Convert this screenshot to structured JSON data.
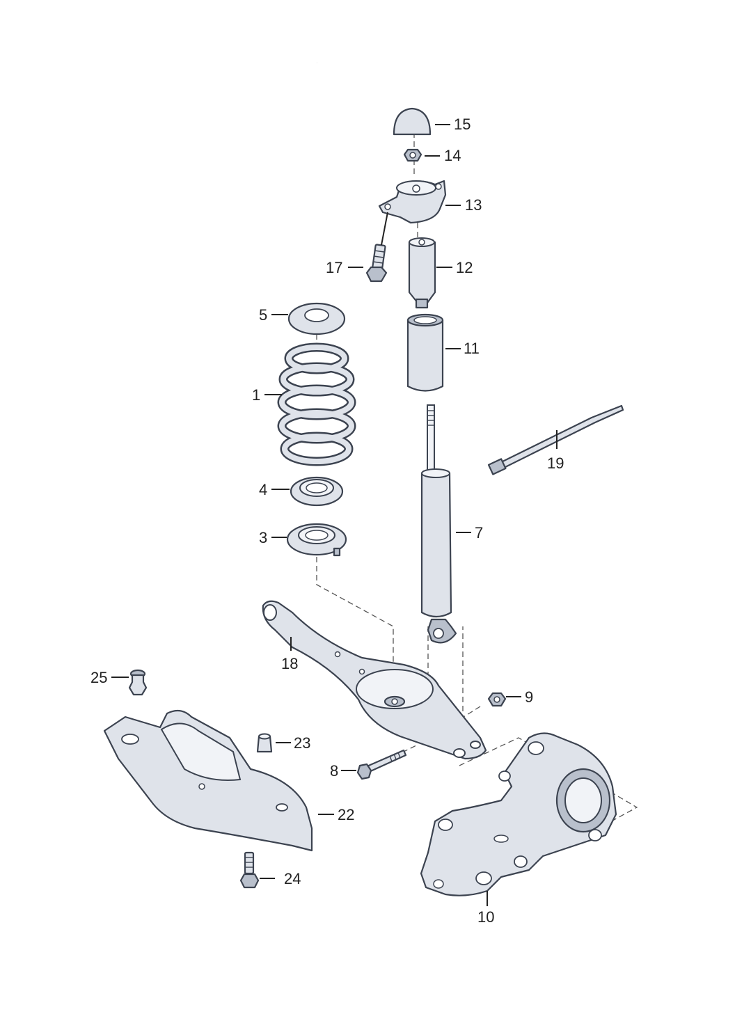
{
  "callouts": [
    {
      "id": "1",
      "label": "1"
    },
    {
      "id": "3",
      "label": "3"
    },
    {
      "id": "4",
      "label": "4"
    },
    {
      "id": "5",
      "label": "5"
    },
    {
      "id": "7",
      "label": "7"
    },
    {
      "id": "8",
      "label": "8"
    },
    {
      "id": "9",
      "label": "9"
    },
    {
      "id": "10",
      "label": "10"
    },
    {
      "id": "11",
      "label": "11"
    },
    {
      "id": "12",
      "label": "12"
    },
    {
      "id": "13",
      "label": "13"
    },
    {
      "id": "14",
      "label": "14"
    },
    {
      "id": "15",
      "label": "15"
    },
    {
      "id": "17",
      "label": "17"
    },
    {
      "id": "18",
      "label": "18"
    },
    {
      "id": "19",
      "label": "19"
    },
    {
      "id": "22",
      "label": "22"
    },
    {
      "id": "23",
      "label": "23"
    },
    {
      "id": "24",
      "label": "24"
    },
    {
      "id": "25",
      "label": "25"
    }
  ],
  "colors": {
    "part_fill": "#dfe3ea",
    "part_outline": "#3c4350",
    "label_text": "#222222",
    "background": "#ffffff"
  }
}
